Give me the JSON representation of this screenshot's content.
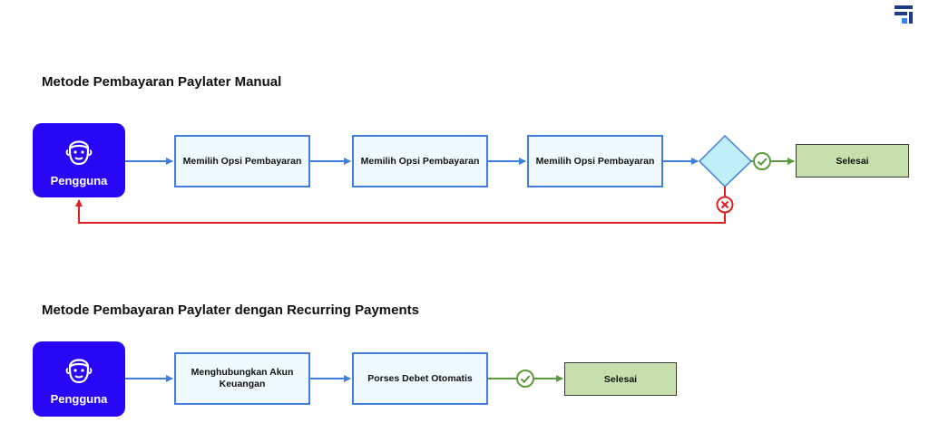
{
  "section_manual": {
    "title": "Metode Pembayaran Paylater Manual",
    "actor_label": "Pengguna",
    "steps": [
      "Memilih Opsi Pembayaran",
      "Memilih Opsi Pembayaran",
      "Memilih Opsi Pembayaran"
    ],
    "end_label": "Selesai"
  },
  "section_recurring": {
    "title": "Metode Pembayaran Paylater dengan Recurring Payments",
    "actor_label": "Pengguna",
    "steps": [
      "Menghubungkan Akun Keuangan",
      "Porses Debet Otomatis"
    ],
    "end_label": "Selesai"
  },
  "colors": {
    "actor": "#2707f5",
    "step_border": "#3d7ee0",
    "step_fill": "#eff9fe",
    "end_fill": "#c7dfad",
    "decision_fill": "#bfeef9",
    "success": "#5b9a3a",
    "failure": "#e02020",
    "logo": "#1e3a8a"
  },
  "icons": {
    "actor": "person-face-icon",
    "success": "check-circle-icon",
    "failure": "x-circle-icon",
    "logo": "brand-logo-icon"
  }
}
